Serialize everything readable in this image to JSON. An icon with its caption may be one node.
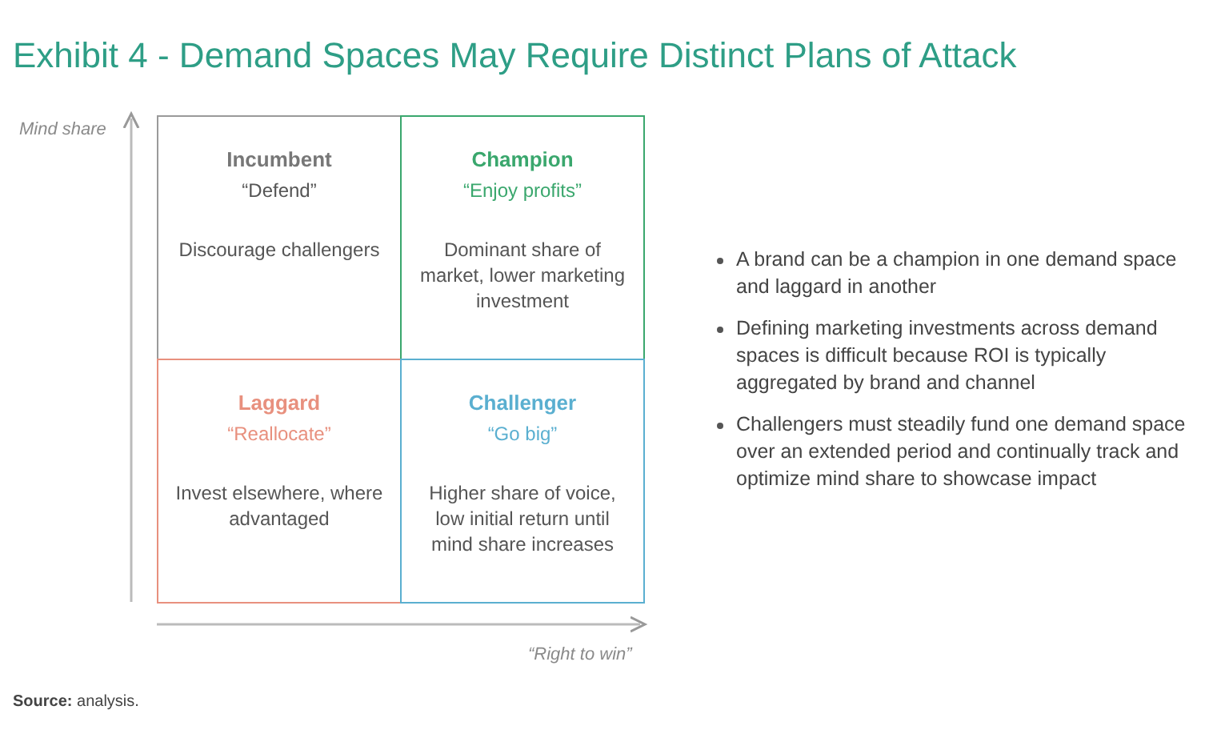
{
  "diagram": {
    "title": "Exhibit 4 - Demand Spaces May Require Distinct Plans of Attack",
    "nodes": [
      {
        "text": [
          "Incumbent",
          "“Defend”",
          "Discourage challengers"
        ]
      },
      {
        "text": [
          "Champion",
          "“Enjoy profits”",
          "Dominant share of market, lower marketing investment"
        ]
      },
      {
        "text": [
          "Laggard",
          "“Reallocate”",
          "Invest elsewhere, where advantaged"
        ]
      },
      {
        "text": [
          "Challenger",
          "“Go big”",
          "Higher share of voice, low initial return until mind share increases"
        ]
      }
    ],
    "labels": [
      "Mind share",
      "A brand can be a champion in one demand space and laggard in another",
      "Defining marketing investments across demand spaces is difficult because ROI is typically aggregated by brand and channel",
      "Challengers must steadily fund one demand space over an extended period and continually track and optimize mind share to showcase impact",
      "“Right to win”",
      "**Source:** analysis."
    ]
  }
}
